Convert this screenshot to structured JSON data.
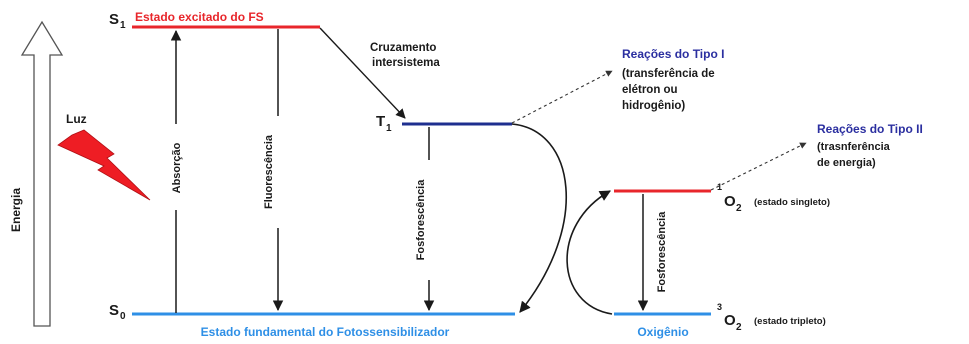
{
  "diagram": {
    "levels": {
      "s1": {
        "symbol": "S",
        "subscript": "1",
        "label": "Estado excitado do FS",
        "color": "#e8262b"
      },
      "s0": {
        "symbol": "S",
        "subscript": "0",
        "label": "Estado fundamental do Fotossensibilizador",
        "color": "#2e8fe6"
      },
      "t1": {
        "symbol": "T",
        "subscript": "1",
        "color": "#1e2f8f"
      },
      "o2_singlet": {
        "superscript": "1",
        "symbol": "O",
        "subscript": "2",
        "label": "(estado singleto)",
        "color": "#e8262b"
      },
      "o2_triplet": {
        "superscript": "3",
        "symbol": "O",
        "subscript": "2",
        "label": "(estado tripleto)",
        "color": "#2e8fe6"
      }
    },
    "transitions": {
      "absorption": "Absorção",
      "fluorescence": "Fluorescência",
      "phosphorescence_t1": "Fosforescência",
      "phosphorescence_o2": "Fosforescência",
      "intersystem_line1": "Cruzamento",
      "intersystem_line2": "intersistema"
    },
    "energy_label": "Energia",
    "light_label": "Luz",
    "oxygen_label": "Oxigênio",
    "reactions": {
      "type1": {
        "title": "Reações do Tipo I",
        "line1": "(transferência de",
        "line2": "elétron ou",
        "line3": "hidrogênio)"
      },
      "type2": {
        "title": "Reações do Tipo II",
        "line1": "(trasnferência",
        "line2": "de energia)"
      }
    },
    "colors": {
      "red": "#e8262b",
      "blue": "#2e8fe6",
      "navy": "#1e2f8f",
      "reaction_title": "#2b2fa0",
      "lightning": "#ee1d24"
    }
  }
}
